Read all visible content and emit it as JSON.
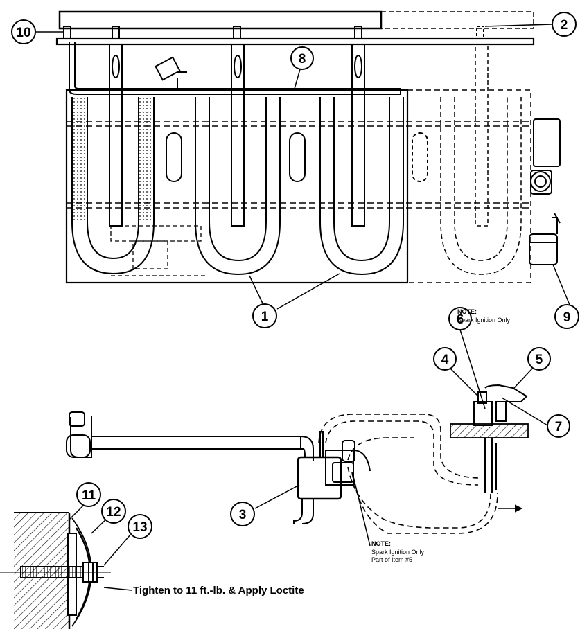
{
  "callouts": {
    "c1": "1",
    "c2": "2",
    "c3": "3",
    "c4": "4",
    "c5": "5",
    "c6": "6",
    "c7": "7",
    "c8": "8",
    "c9": "9",
    "c10": "10",
    "c11": "11",
    "c12": "12",
    "c13": "13"
  },
  "notes": {
    "top": {
      "title": "NOTE:",
      "line1": "Spark Ignition Only"
    },
    "bottom": {
      "title": "NOTE:",
      "line1": "Spark Ignition Only",
      "line2": "Part of Item #5"
    }
  },
  "instruction": "Tighten to 11 ft.-lb. & Apply Loctite"
}
